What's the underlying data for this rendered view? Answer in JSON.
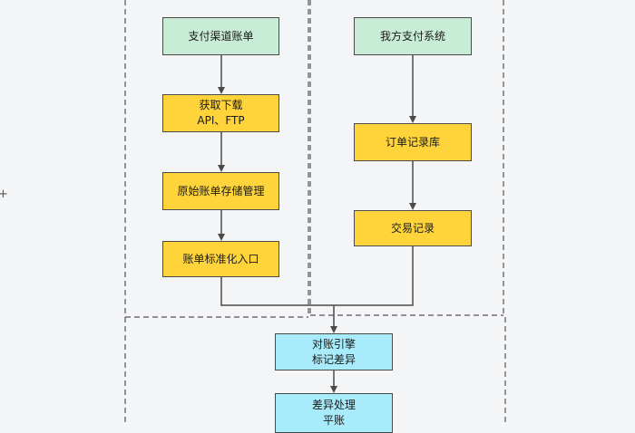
{
  "colors": {
    "source": "#c8ecd6",
    "process": "#ffd43b",
    "engine": "#a8ebfa",
    "border": "#4a4a4a",
    "connector": "#4a4a4a",
    "dashed_region": "#555555"
  },
  "left_flow": {
    "channel_bill": "支付渠道账单",
    "fetch_download": {
      "line1": "获取下载",
      "line2": "API、FTP"
    },
    "raw_storage": "原始账单存储管理",
    "standardize": "账单标准化入口"
  },
  "right_flow": {
    "our_system": "我方支付系统",
    "order_db": "订单记录库",
    "transactions": "交易记录"
  },
  "bottom_flow": {
    "reconcile_engine": {
      "line1": "对账引擎",
      "line2": "标记差异"
    },
    "difference_handling": {
      "line1": "差异处理",
      "line2": "平账"
    }
  },
  "misc": {
    "cross_glyph": "+"
  }
}
